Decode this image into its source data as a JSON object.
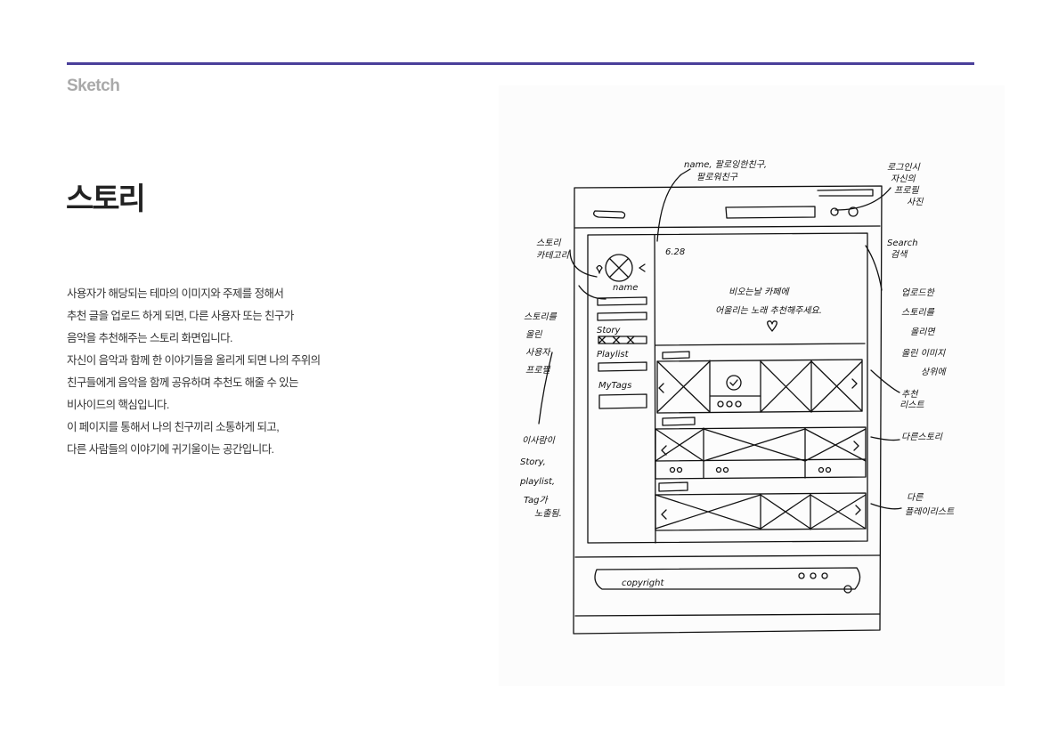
{
  "header": {
    "section_label": "Sketch",
    "title": "스토리"
  },
  "description": [
    "사용자가 해당되는 테마의 이미지와 주제를 정해서",
    "추천 글을 업로드 하게 되면, 다른 사용자 또는 친구가",
    "음악을 추천해주는 스토리 화면입니다.",
    "자신이 음악과 함께 한 이야기들을 올리게 되면 나의 주위의",
    "친구들에게 음악을 함께 공유하며 추천도 해줄 수 있는",
    "비사이드의 핵심입니다.",
    "이 페이지를 통해서 나의 친구끼리 소통하게 되고,",
    "다른 사람들의 이야기에 귀기울이는 공간입니다."
  ],
  "colors": {
    "accent_rule": "#4a3f9a",
    "section_label": "#a9a9a9",
    "title": "#222222",
    "body_text": "#333333"
  },
  "sketch": {
    "sidebar": {
      "profile_name": "name",
      "story": "Story",
      "playlist": "Playlist",
      "my_tags": "MyTags"
    },
    "date": "6.28",
    "banner_text": [
      "비오는날 카페에",
      "어울리는 노래 추천해주세요."
    ],
    "footer_copyright": "copyright",
    "notes": {
      "name_follow": [
        "name, 팔로잉한친구,",
        "팔로워친구"
      ],
      "login_profile": [
        "로그인시",
        "자신의",
        "프로필",
        "사진"
      ],
      "search": [
        "Search",
        "검색"
      ],
      "story_left_top": [
        "스토리",
        "카테고리"
      ],
      "story_profile": [
        "스토리를",
        "올린",
        "사용자",
        "프로필"
      ],
      "user_story": [
        "이사람이",
        "Story,",
        "playlist,",
        "Tag가",
        "노출됨."
      ],
      "uploaded_story": [
        "업로드한",
        "스토리를",
        "올리면",
        "올린 이미지",
        "상위에"
      ],
      "recommend": [
        "추천",
        "리스트"
      ],
      "other_story": [
        "다른스토리"
      ],
      "other_playlist": [
        "다른",
        "플레이리스트"
      ]
    }
  }
}
